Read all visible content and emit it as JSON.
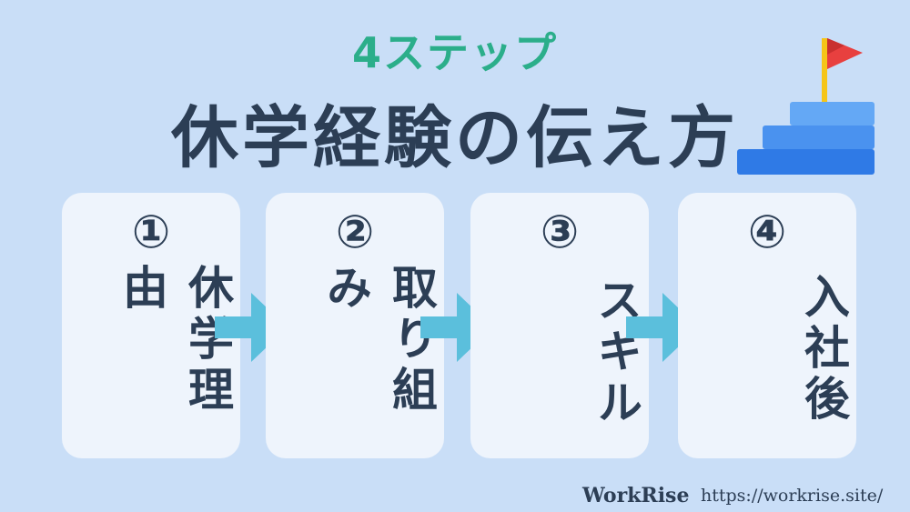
{
  "header": {
    "subtitle": "4ステップ",
    "title": "休学経験の伝え方"
  },
  "steps": [
    {
      "number": "①",
      "label": "休学理由"
    },
    {
      "number": "②",
      "label": "取り組み"
    },
    {
      "number": "③",
      "label": "スキル"
    },
    {
      "number": "④",
      "label": "入社後"
    }
  ],
  "footer": {
    "brand": "WorkRise",
    "url": "https://workrise.site/"
  },
  "icons": {
    "stairs": "stairs-with-flag-icon",
    "arrow": "arrow-right-icon"
  },
  "colors": {
    "background": "#c9def7",
    "subtitle": "#2bae8a",
    "text": "#2c3e55",
    "card": "#eef4fc",
    "arrow": "#5bbfdc",
    "flag": "#e8403f",
    "pole": "#f5c518",
    "stair_light": "#64a8f5",
    "stair_mid": "#4a92ef",
    "stair_dark": "#2f7ae6"
  }
}
